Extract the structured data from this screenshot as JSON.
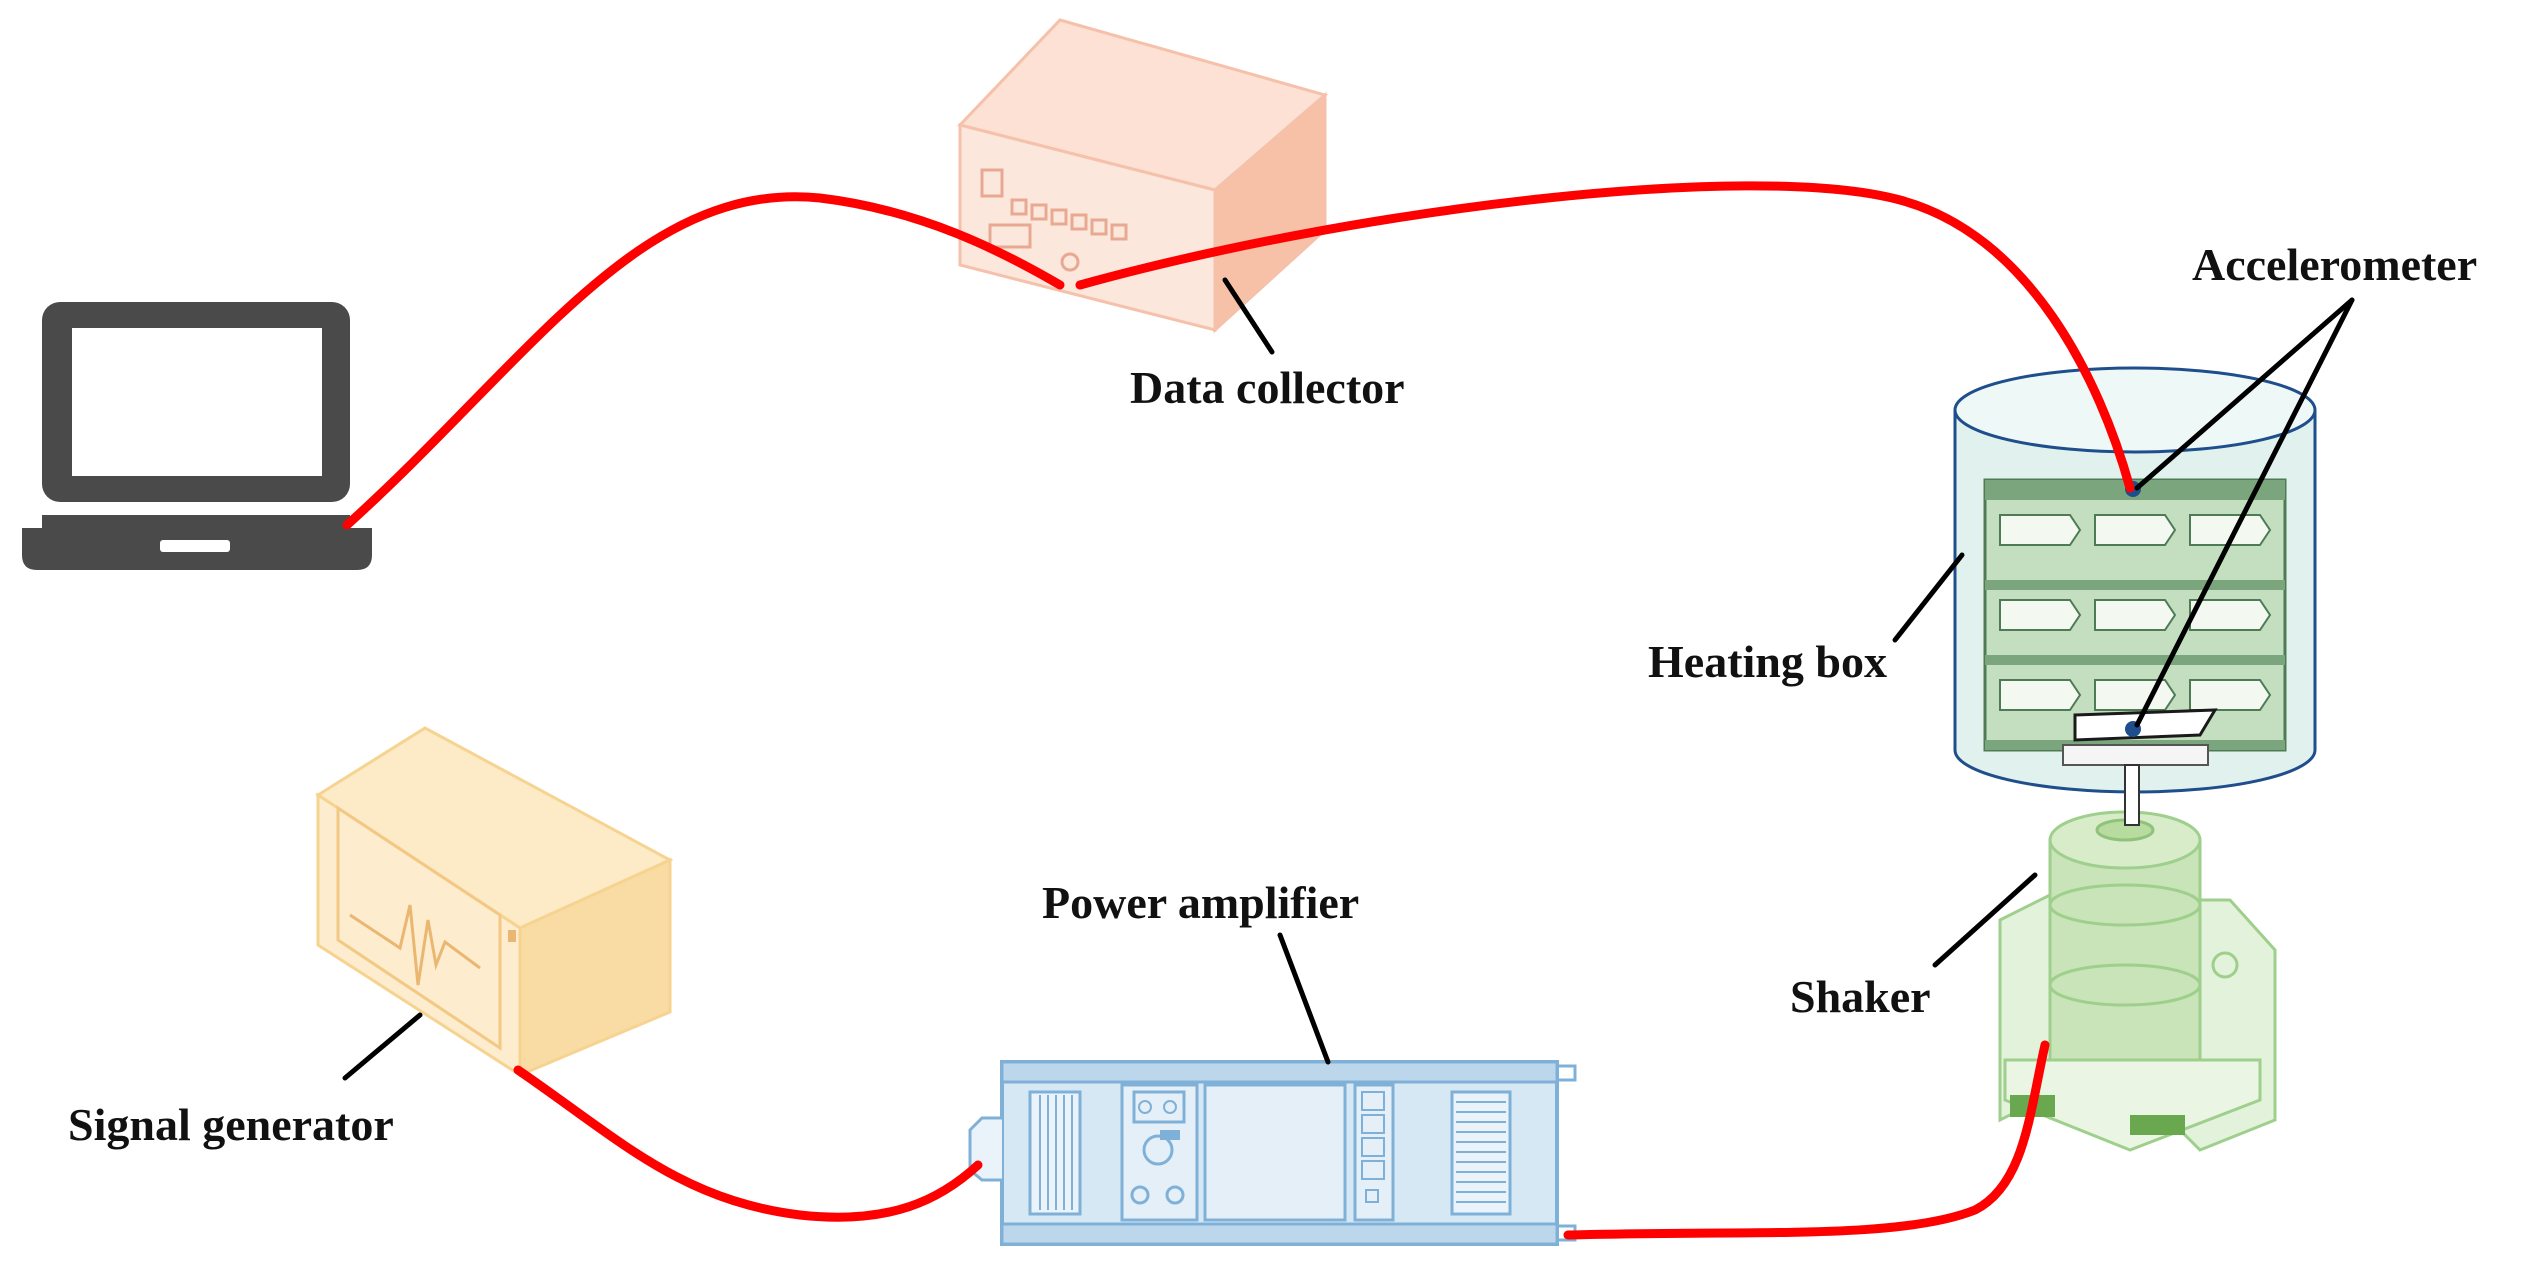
{
  "labels": {
    "data_collector": "Data collector",
    "accelerometer": "Accelerometer",
    "heating_box": "Heating box",
    "power_amplifier": "Power amplifier",
    "shaker": "Shaker",
    "signal_generator": "Signal generator"
  },
  "colors": {
    "cable": "#ff0000",
    "laptop": "#4a4a4a",
    "data_collector": "#f8c8b4",
    "signal_generator": "#fbe0a8",
    "power_amplifier": "#cfe3f2",
    "heating_box": "#d4ebe0",
    "shaker": "#d5ebc8"
  },
  "icons": {
    "computer": "laptop-icon",
    "data_collector": "data-collector-box-icon",
    "signal_generator": "signal-generator-box-icon",
    "power_amplifier": "power-amplifier-rack-icon",
    "heating_box": "heating-box-cylinder-icon",
    "shaker": "shaker-icon"
  }
}
